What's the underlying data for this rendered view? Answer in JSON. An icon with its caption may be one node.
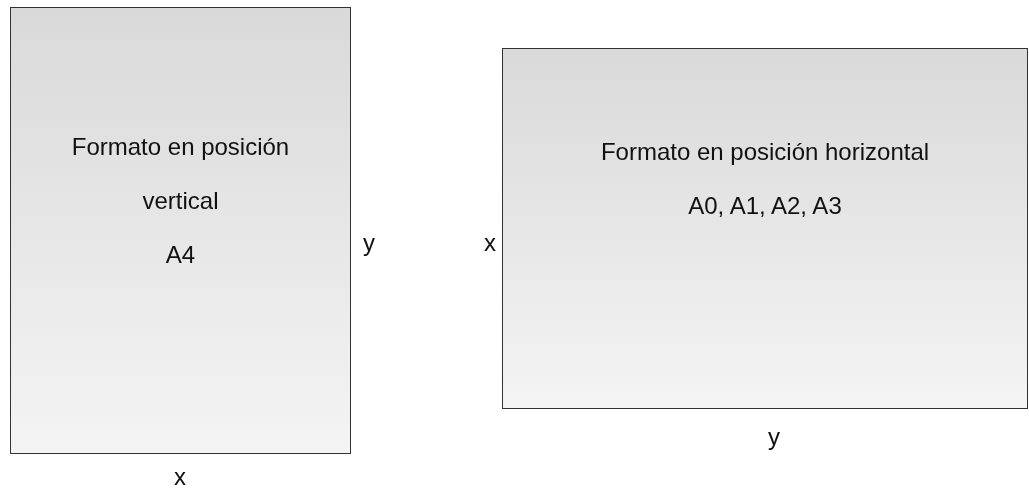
{
  "diagram": {
    "nodes": [
      {
        "text": [
          "Formato en posición vertical",
          "A4"
        ]
      },
      {
        "text": [
          "Formato en posición horizontal",
          "A0, A1, A2, A3"
        ]
      }
    ],
    "labels": [
      "y",
      "x",
      "y",
      "x"
    ]
  }
}
